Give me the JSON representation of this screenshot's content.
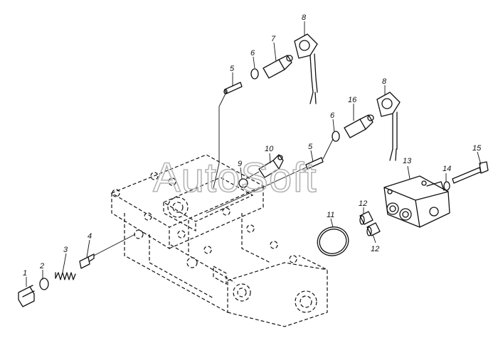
{
  "watermark": "AutoSoft",
  "callouts": {
    "c1": "1",
    "c2": "2",
    "c3": "3",
    "c4": "4",
    "c5a": "5",
    "c5b": "5",
    "c6a": "6",
    "c6b": "6",
    "c7": "7",
    "c8a": "8",
    "c8b": "8",
    "c9": "9",
    "c10": "10",
    "c11": "11",
    "c12a": "12",
    "c12b": "12",
    "c13": "13",
    "c14": "14",
    "c15": "15",
    "c16": "16"
  }
}
